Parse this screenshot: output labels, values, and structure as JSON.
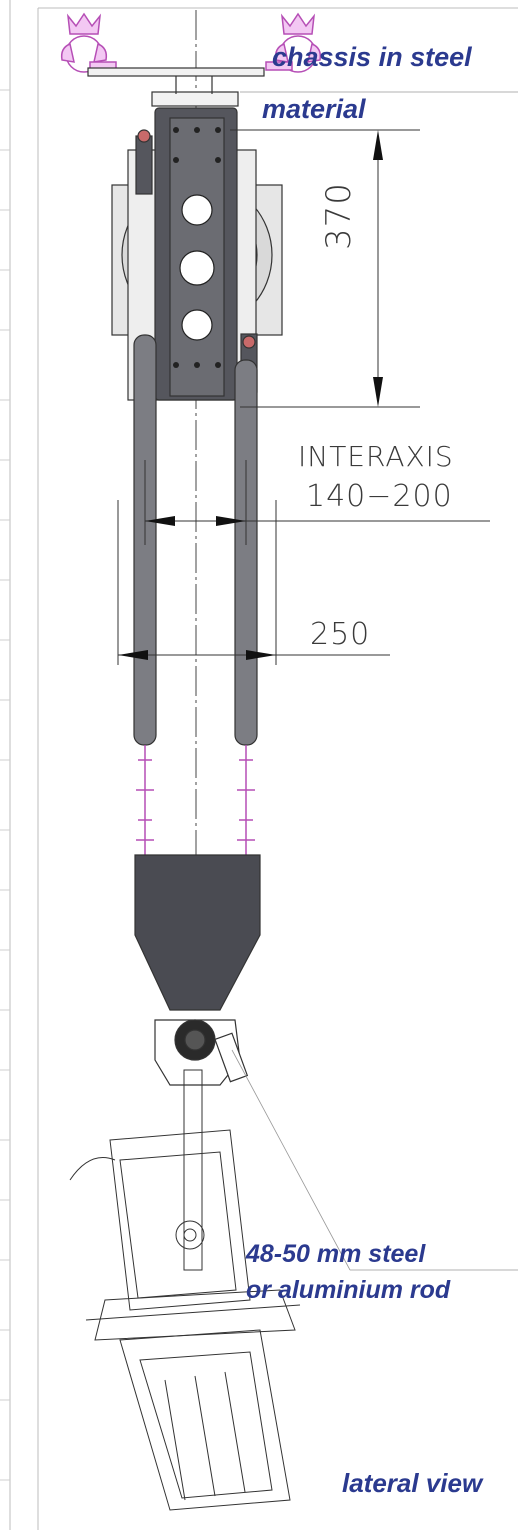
{
  "labels": {
    "chassis_line1": "chassis in steel",
    "chassis_line2": "material",
    "rod_line1": "48-50 mm steel",
    "rod_line2": "or aluminium rod",
    "view": "lateral view"
  },
  "dimensions": {
    "height": "370",
    "interaxis_title": "INTERAXIS",
    "interaxis_value": "140−200",
    "width": "250"
  },
  "colors": {
    "callout_text": "#2b3a8f",
    "clamp": "#d77dd7",
    "body_dark": "#4a4b52",
    "line": "#333333"
  }
}
